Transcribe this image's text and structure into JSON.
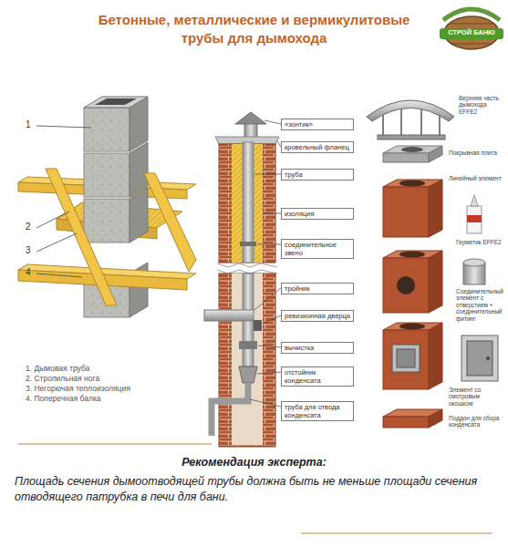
{
  "diagram": {
    "title": "Бетонные, металлические и вермикулитовые трубы для дымохода",
    "nodes": [
      {
        "text": [
          "«зонтик»"
        ]
      },
      {
        "text": [
          "кровельный фланец"
        ]
      },
      {
        "text": [
          "труба"
        ]
      },
      {
        "text": [
          "изоляция"
        ]
      },
      {
        "text": [
          "соединительное звено"
        ]
      },
      {
        "text": [
          "тройник"
        ]
      },
      {
        "text": [
          "ревизионная дверца"
        ]
      },
      {
        "text": [
          "вычистка"
        ]
      },
      {
        "text": [
          "отстойник конденсата"
        ]
      },
      {
        "text": [
          "труба для отвода конденсата"
        ]
      }
    ],
    "labels": [
      "СТРОЙ БАНЮ",
      "1",
      "2",
      "3",
      "4",
      "1. Дымовая труба",
      "2. Стропильная нога",
      "3. Негорючая теплоизоляция",
      "4. Поперечная балка",
      "Верхняя часть дымохода EFFE2",
      "Покрывная плита",
      "Линейный элемент",
      "Герметик EFFE2",
      "Соединительный элемент с отверстием + соединительный фитинг",
      "Элемент со смотровым окошком",
      "Поддон для сбора конденсата",
      "Рекомендация эксперта:",
      "Площадь сечения дымоотводящей трубы должна быть не меньше площади сечения отводящего патрубка в печи для бани."
    ]
  }
}
